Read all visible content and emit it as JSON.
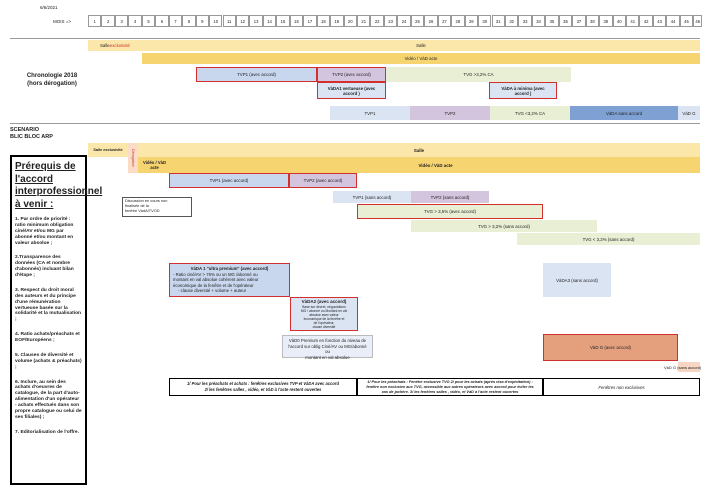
{
  "header": {
    "date": "6/6/2021",
    "mois_label": "MOIS =>",
    "months": [
      "1",
      "2",
      "3",
      "4",
      "5",
      "6",
      "7",
      "8",
      "9",
      "10",
      "11",
      "12",
      "13",
      "14",
      "15",
      "16",
      "17",
      "18",
      "19",
      "20",
      "21",
      "22",
      "23",
      "24",
      "25",
      "26",
      "27",
      "28",
      "29",
      "30",
      "31",
      "32",
      "33",
      "34",
      "35",
      "36",
      "37",
      "38",
      "39",
      "40",
      "41",
      "42",
      "43",
      "44",
      "45",
      "46"
    ]
  },
  "chronologie": {
    "title_line1": "Chronologie 2018",
    "title_line2": "(hors dérogation)",
    "salle_exclusivite_prefix": "Salle ",
    "salle_exclusivite_suffix": "exclusivité",
    "salle": "Salle",
    "vod_acte": "Vidéo / VàD acte",
    "tvp1": "TVP1 (avec accord)",
    "tvp2": "TVP2 (avec accord)",
    "tvg": "TVG     >3,2% CA",
    "vada1_line1": "VàDA1 vertueuse  (avec",
    "vada1_line2": "accord )",
    "vada_minima_line1": "VàDA à minima  (avec",
    "vada_minima_line2": "accord )",
    "row_tvp1": "TVP1",
    "row_tvp2": "TVP2",
    "row_tvg": "TVG <3,2% CA",
    "row_vada": "VàDA sans accord",
    "row_vadg": "VàD G"
  },
  "scenario": {
    "title_line1": "SCENARIO",
    "title_line2": "BLIC BLOC ARP",
    "salle_exclusivite": "Salle exclusivité",
    "derogation": "Dérogation",
    "vod_short_line1": "Vidéo / VàD",
    "vod_short_line2": "acte",
    "salle": "Salle",
    "vod_acte": "Vidéo / VàD acte",
    "tvp1_avec": "TVP1 (avec accord)",
    "tvp2_avec": "TVP2 (avec accord)",
    "tvp1_sans": "TVP1 (sans accord)",
    "tvp2_sans": "TVP2 (sans accord)",
    "tvg_35": "TVG > 3,5% (avec accord)",
    "tvg_32_sans": "TVG > 3,2% (sans accord)",
    "tvg_lt_32": "TVG < 3,2% (sans accord)",
    "discussion_line1": "Discussion en cours  non",
    "discussion_line2": "finalisée de la",
    "discussion_line3": "fenêtre VàdA/TVOD",
    "vada1_title": "VàDA 1 \"ultra  premium\"  (avec accord)",
    "vada1_line1": "- Ratio ciné/AV > 75%  ou un MG /abonné ou",
    "vada1_line2": "montant en val absolue cohérent avec valeur",
    "vada1_line3": "économique de la fenêtre et de l'opérateur",
    "vada1_line4": "- clause diversité + volume + auteur",
    "vada2_title": "VàDA2  (avec accord)",
    "vada2_line1": "Base sur décret, négociations",
    "vada2_line2": "MG / abonné ou Montant en val",
    "vada2_line3": "absolue avec valeur",
    "vada2_line4": "économique de la fenêtre et",
    "vada2_line5": "de l'opérateur,",
    "vada2_line6": "clause diversité",
    "vada0_line1": "VàD0 Premium en fonction du niveau  de",
    "vada0_line2": "l'accord  sur oblig Ciné/AV ou MG/abonné ou",
    "vada0_line3": "montant en val absolue",
    "vada3": "VàDA3 (sans accord)",
    "vadg_avec": "VàD G (avec accord)",
    "vadg_sans": "VàD G (sans accord)"
  },
  "prerequis": {
    "title_line1": "Prérequis de",
    "title_line2": "l'accord",
    "title_line3": "interprofessionnel",
    "title_line4": "à venir :",
    "items": [
      "1. Par ordre de priorité : ratio minimum obligation ciné/AV et/ou MG par abonné et/ou  montant en valeur absolue ;",
      "2.Transparence des données (CA et nombre d'abonnés) incluant bilan d'étape ;",
      "3. Respect du droit moral des auteurs et du principe d'une rémunération vertueuse basée sur la solidarité et la mutualisation ;",
      "4. Ratio achats/préachats et EOF/Européens  ;",
      "5. Clauses de diversité et volume (achats & préachats) ;",
      "6. Inclure, au sein des achats d'oeuvres de catalogue, de la part d'auto-alimentation d'un opérateur - achats effectués dans son propre catalogue ou celui de ses filiales) ;",
      "7. Editorialisation de l'offre."
    ]
  },
  "notes": {
    "note1_line1": "1/ Pour les préachats et achats : fenêtres exclusives TVP et VàDA avec accord",
    "note1_line2": "2/ les fenêtres salles , vidéo, et VàD à l'acte restent ouvertes",
    "note2_line1": "1/ Pour les préachats : Fenêtre exclusive TVG  2/ pour les achats  (après visa d'exploitation) :",
    "note2_line2": "fenêtre non exclusive aux  TVG, accessible aux autres opérateurs avec accord pour éviter les",
    "note2_line3": "cas de jachère.    3/ les fenêtres salles , vidéo, et VàD à l'acte restent ouvertes",
    "note3": "Fenêtres non exclusives"
  }
}
